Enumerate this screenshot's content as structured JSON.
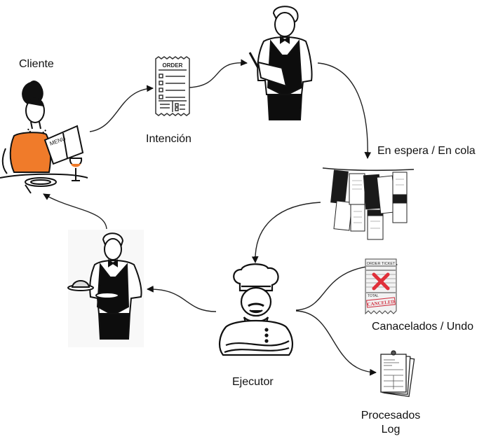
{
  "diagram": {
    "nodes": [
      {
        "id": "cliente",
        "label": "Cliente",
        "icon": "woman-reading-menu-icon"
      },
      {
        "id": "intencion",
        "label": "Intención",
        "icon": "order-ticket-icon",
        "ticket_text": "ORDER"
      },
      {
        "id": "mesero-tomando",
        "label": "",
        "icon": "waiter-taking-order-icon"
      },
      {
        "id": "en-espera",
        "label": "En espera / En cola",
        "icon": "hanging-order-tickets-icon"
      },
      {
        "id": "ejecutor",
        "label": "Ejecutor",
        "icon": "chef-icon"
      },
      {
        "id": "cancelados",
        "label": "Canacelados / Undo",
        "icon": "canceled-ticket-icon",
        "ticket_header": "ORDER TICKET",
        "stamp_text": "CANCELED",
        "total_text": "TOTAL"
      },
      {
        "id": "procesados",
        "label_line1": "Procesados",
        "label_line2": "Log",
        "icon": "stacked-receipts-icon"
      },
      {
        "id": "mesero-sirviendo",
        "label": "",
        "icon": "waiter-serving-food-icon"
      }
    ],
    "edges": [
      {
        "from": "cliente",
        "to": "intencion"
      },
      {
        "from": "intencion",
        "to": "mesero-tomando"
      },
      {
        "from": "mesero-tomando",
        "to": "en-espera"
      },
      {
        "from": "en-espera",
        "to": "ejecutor"
      },
      {
        "from": "ejecutor",
        "to": "cancelados"
      },
      {
        "from": "ejecutor",
        "to": "procesados"
      },
      {
        "from": "ejecutor",
        "to": "mesero-sirviendo"
      },
      {
        "from": "mesero-sirviendo",
        "to": "cliente"
      }
    ],
    "colors": {
      "accent": "#f07b2a",
      "cancel": "#e0303a",
      "ink": "#111111",
      "vest": "#0d0d0d"
    }
  }
}
